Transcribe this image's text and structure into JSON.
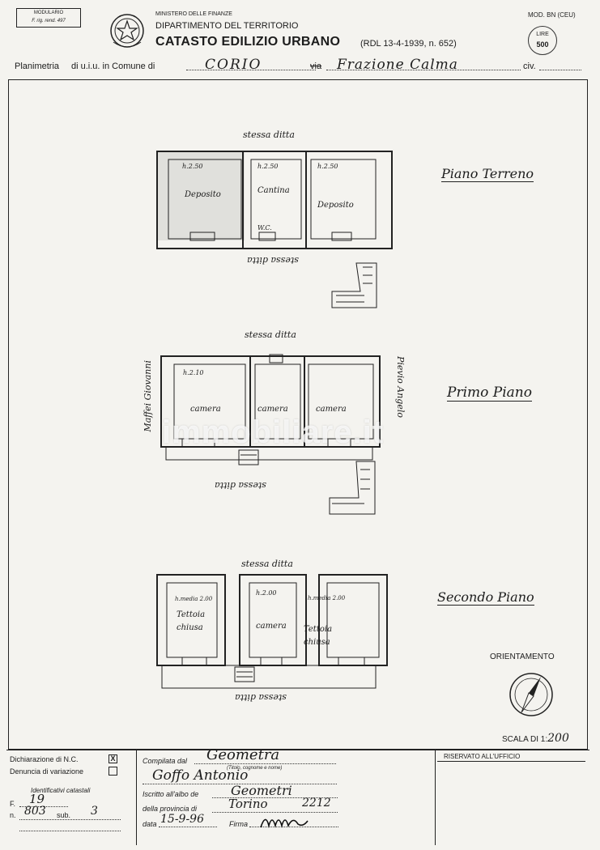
{
  "header": {
    "modulario_line1": "MODULARIO",
    "modulario_line2": "F. rig. rend. 497",
    "ministry": "MINISTERO DELLE FINANZE",
    "department": "DIPARTIMENTO DEL TERRITORIO",
    "catasto": "CATASTO EDILIZIO URBANO",
    "rdl": "(RDL 13-4-1939, n. 652)",
    "mod": "MOD. BN (CEU)",
    "stamp_top": "LIRE",
    "stamp_value": "500"
  },
  "location_line": {
    "label_planimetria": "Planimetria",
    "label_di_uiu": "di u.i.u. in Comune di",
    "comune": "CORIO",
    "label_via": "via",
    "via": "Frazione Calma",
    "label_civ": "civ."
  },
  "plan": {
    "floors": [
      {
        "title": "Piano Terreno",
        "top_label": "stessa ditta",
        "bottom_label": "stessa ditta",
        "rooms": [
          {
            "height": "h.2.50",
            "name": "Deposito"
          },
          {
            "height": "h.2.50",
            "name": "Cantina"
          },
          {
            "height": "h.2.50",
            "name": "Deposito"
          }
        ],
        "extra": "W.C."
      },
      {
        "title": "Primo Piano",
        "top_label": "stessa ditta",
        "bottom_label": "stessa ditta",
        "left_label": "Maffei Giovanni",
        "right_label": "Pievio Angelo",
        "rooms": [
          {
            "height": "h.2.10",
            "name": "camera"
          },
          {
            "height": "",
            "name": "camera"
          },
          {
            "height": "",
            "name": "camera"
          }
        ]
      },
      {
        "title": "Secondo Piano",
        "top_label": "stessa ditta",
        "bottom_label": "stessa ditta",
        "rooms": [
          {
            "height": "h.media 2.00",
            "name": "Tettoia chiusa"
          },
          {
            "height": "h.2.00",
            "name": "camera"
          },
          {
            "height": "h.media 2.00",
            "name": "Tettoia chiusa"
          }
        ]
      }
    ],
    "orientation_label": "ORIENTAMENTO",
    "scale_label": "SCALA DI 1:",
    "scale_value": "200",
    "watermark": "immobiliare.it"
  },
  "footer": {
    "dichiarazione": "Dichiarazione di N.C.",
    "dichiarazione_mark": "X",
    "denuncia": "Denuncia di variazione",
    "identificativi": "Identificativi catastali",
    "f_label": "F.",
    "f_value": "19",
    "n_label": "n.",
    "n_value": "803",
    "sub_label": "sub.",
    "sub_value": "3",
    "compilata": "Compilata dal",
    "qualifica": "Geometra",
    "titolo_note": "(Titolo, cognome e nome)",
    "nome": "Goffo Antonio",
    "iscritto": "Iscritto all'albo de",
    "albo": "Geometri",
    "provincia_label": "della provincia di",
    "provincia": "Torino",
    "numero": "2212",
    "data_label": "data",
    "data": "15-9-96",
    "firma_label": "Firma",
    "riservato": "RISERVATO ALL'UFFICIO"
  }
}
